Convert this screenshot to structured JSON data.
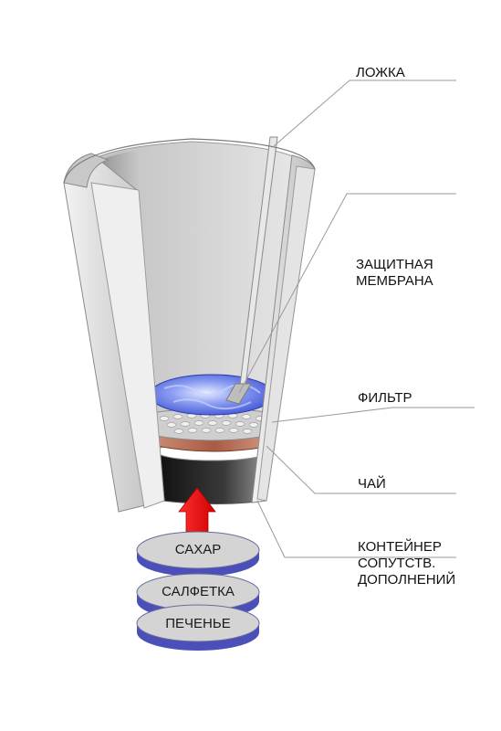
{
  "labels": {
    "spoon": "ЛОЖКА",
    "membrane_line1": "ЗАЩИТНАЯ",
    "membrane_line2": "МЕМБРАНА",
    "filter": "ФИЛЬТР",
    "tea": "ЧАЙ",
    "container_line1": "КОНТЕЙНЕР",
    "container_line2": "СОПУТСТВ.",
    "container_line3": "ДОПОЛНЕНИЙ"
  },
  "discs": [
    {
      "label": "САХАР"
    },
    {
      "label": "САЛФЕТКА"
    },
    {
      "label": "ПЕЧЕНЬЕ"
    }
  ],
  "colors": {
    "arrow": "#ee1111",
    "disc_rim": "#4b4fb8",
    "disc_top": "#d4d4d4",
    "cup_wall": "#d8d8d8",
    "membrane": "#5a6fe0",
    "tea_layer": "#b8705a"
  }
}
